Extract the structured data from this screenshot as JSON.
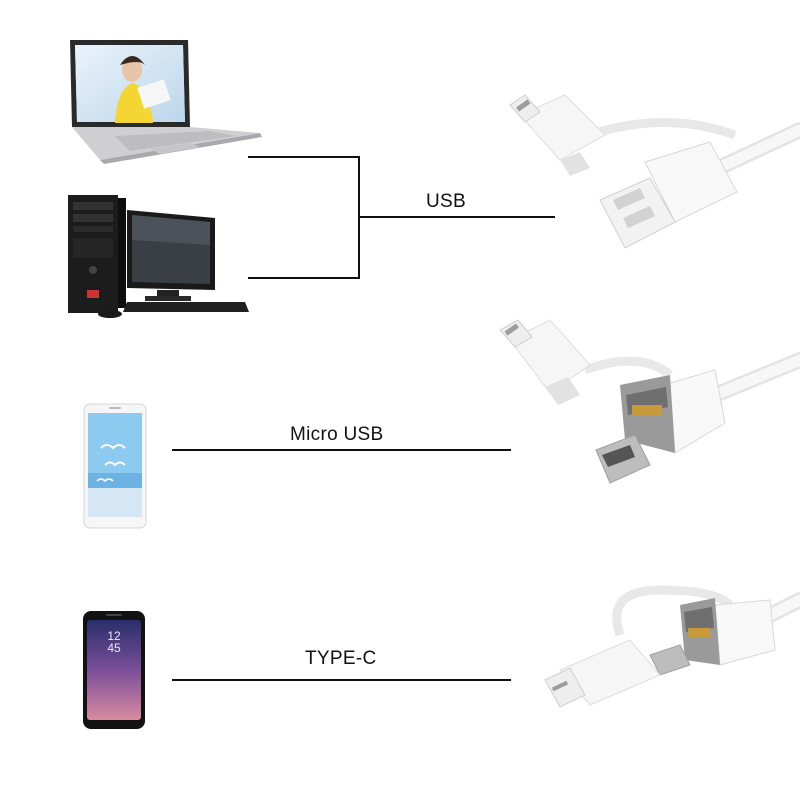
{
  "labels": {
    "usb": "USB",
    "micro_usb": "Micro USB",
    "type_c": "TYPE-C"
  },
  "phone_clock": {
    "hour": "12",
    "minute": "45"
  },
  "icons": [
    "laptop-icon",
    "desktop-computer-icon",
    "smartphone-icon",
    "usb-connector-icon",
    "micro-usb-connector-icon",
    "type-c-connector-icon"
  ],
  "colors": {
    "line": "#111111",
    "cable": "#f2f2f2",
    "background": "#ffffff"
  }
}
